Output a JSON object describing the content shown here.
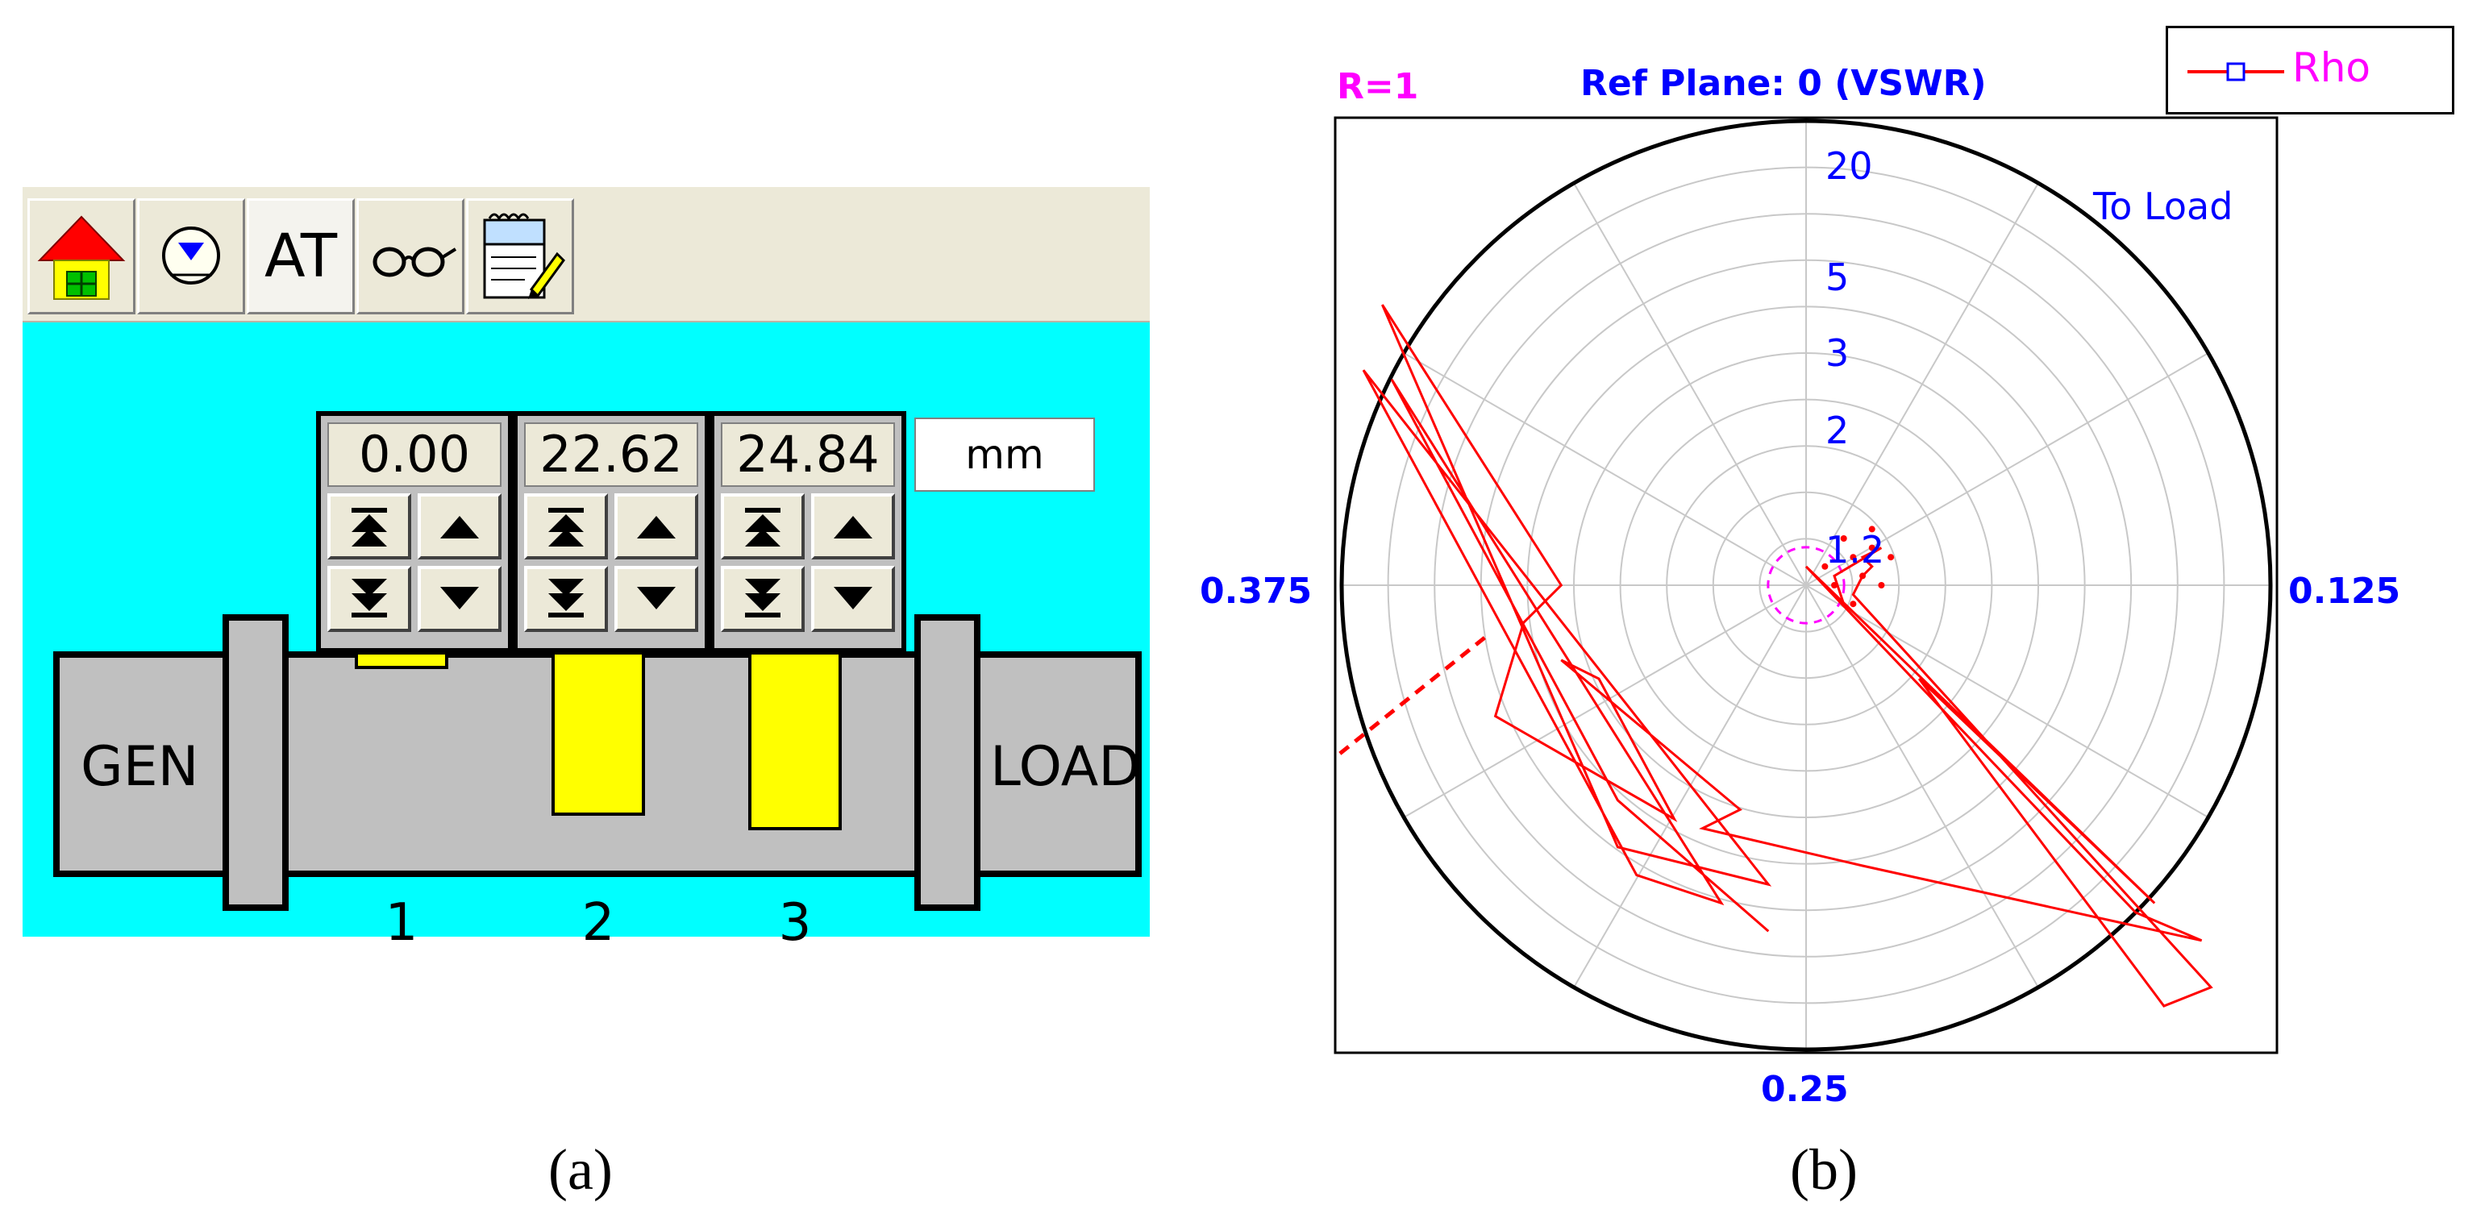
{
  "panel_a": {
    "toolbar": {
      "home_icon": "home-icon",
      "download_icon": "download-circle-icon",
      "at_label": "AT",
      "view_icon": "glasses-icon",
      "notes_icon": "notepad-pencil-icon"
    },
    "stubs": [
      {
        "number": "1",
        "position_value": "0.00",
        "insertion": 0.0
      },
      {
        "number": "2",
        "position_value": "22.62",
        "insertion": 0.36
      },
      {
        "number": "3",
        "position_value": "24.84",
        "insertion": 0.39
      }
    ],
    "unit": "mm",
    "gen_label": "GEN",
    "load_label": "LOAD",
    "caption": "(a)",
    "colors": {
      "background": "#00ffff",
      "stub": "#ffff00",
      "line": "#c0c0c0"
    }
  },
  "panel_b": {
    "caption": "(b)",
    "title_left": "R=1",
    "title_center": "Ref Plane: 0  (VSWR)",
    "direction_label": "To Load",
    "legend_entry": "Rho",
    "angle_labels": {
      "top": "",
      "left": "0.375",
      "right": "0.125",
      "bottom": "0.25"
    },
    "vswr_labels": [
      "20",
      "5",
      "3",
      "2",
      "1.2"
    ],
    "colors": {
      "trace": "#ff0000",
      "circle_label": "#0000ff",
      "grid": "#c8c8c8",
      "marker": "#ff00ff"
    }
  },
  "chart_data": {
    "type": "scatter",
    "title": "Ref Plane: 0  (VSWR)",
    "coordinate_system": "polar reflection coefficient (unit circle)",
    "vswr_circles": [
      1.2,
      2,
      3,
      5,
      20
    ],
    "angle_ticks_wavelengths": [
      0.125,
      0.25,
      0.375
    ],
    "grid": true,
    "legend": "top-right",
    "series": [
      {
        "name": "Rho",
        "points": [
          [
            0.46,
            0.87
          ],
          [
            0.3,
            0.73
          ],
          [
            0.06,
            0.28
          ],
          [
            0.41,
            0.84
          ],
          [
            0.32,
            0.81
          ],
          [
            0.03,
            0.27
          ],
          [
            0.46,
            0.82
          ],
          [
            0.3,
            0.78
          ],
          [
            0.05,
            0.2
          ],
          [
            0.24,
            0.5
          ],
          [
            0.2,
            0.54
          ],
          [
            0.17,
            0.64
          ],
          [
            0.36,
            0.75
          ],
          [
            0.28,
            0.6
          ],
          [
            0.24,
            0.58
          ],
          [
            0.43,
            0.74
          ],
          [
            0.39,
            0.76
          ],
          [
            0.56,
            0.8
          ],
          [
            0.92,
            0.88
          ],
          [
            0.85,
            0.85
          ],
          [
            0.5,
            0.48
          ],
          [
            0.87,
            0.84
          ],
          [
            0.62,
            0.6
          ],
          [
            0.88,
            0.95
          ],
          [
            0.93,
            0.93
          ],
          [
            0.55,
            0.51
          ],
          [
            0.56,
            0.49
          ],
          [
            0.57,
            0.48
          ],
          [
            0.56,
            0.47
          ],
          [
            0.58,
            0.46
          ],
          [
            0.53,
            0.49
          ],
          [
            0.54,
            0.52
          ]
        ]
      }
    ]
  }
}
